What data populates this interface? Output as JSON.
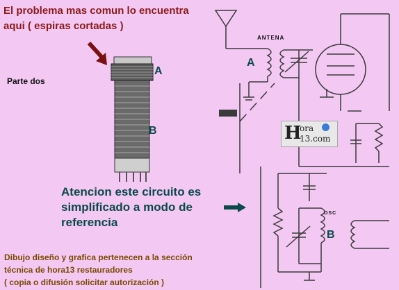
{
  "title": {
    "line1": "El problema mas comun lo encuentra",
    "line2": "aqui ( espiras cortadas )"
  },
  "part_label": "Parte dos",
  "coil_labels": {
    "a": "A",
    "b": "B"
  },
  "notice": {
    "line1": "Atencion este circuito es",
    "line2": "simplificado a modo de",
    "line3": "referencia"
  },
  "credit": {
    "line1": "Dibujo diseño y grafica pertenecen a la sección",
    "line2": "técnica de hora13 restauradores",
    "line3": "( copia o difusión solicitar autorización )"
  },
  "schematic": {
    "antenna_label": "ANTENA",
    "label_a": "A",
    "label_b": "B",
    "osc_label": "OSC"
  },
  "watermark": {
    "h": "H",
    "ora": "ora",
    "num": "13.com"
  },
  "colors": {
    "title": "#8b1a1a",
    "notice": "#0a4a4a",
    "credit": "#7a4a00",
    "background": "#f3c8f3",
    "line": "#3a3a3a"
  }
}
